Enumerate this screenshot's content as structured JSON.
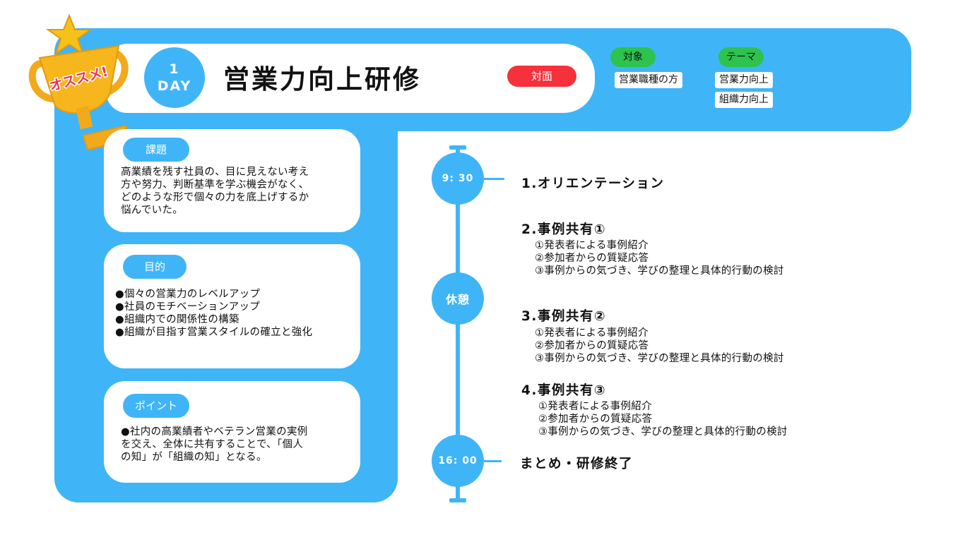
{
  "badge": {
    "text": "オススメ!"
  },
  "title": {
    "day_number": "1",
    "day_unit": "DAY",
    "text": "営業力向上研修",
    "mode": "対面"
  },
  "meta": {
    "target_label": "対象",
    "target_values": [
      "営業職種の方"
    ],
    "theme_label": "テーマ",
    "theme_values": [
      "営業力向上",
      "組織力向上"
    ]
  },
  "cards": {
    "issue": {
      "label": "課題",
      "lines": [
        "高業績を残す社員の、目に見えない考え",
        "方や努力、判断基準を学ぶ機会がなく、",
        "どのような形で個々の力を底上げするか",
        "悩んでいた。"
      ]
    },
    "purpose": {
      "label": "目的",
      "lines": [
        "●個々の営業力のレベルアップ",
        "●社員のモチベーションアップ",
        "●組織内での関係性の構築",
        "●組織が目指す営業スタイルの確立と強化"
      ]
    },
    "point": {
      "label": "ポイント",
      "lines": [
        "●社内の高業績者やベテラン営業の実例",
        "を交え、全体に共有することで、「個人",
        "の知」が「組織の知」となる。"
      ]
    }
  },
  "timeline": {
    "start_time": "9: 30",
    "break_label": "休憩",
    "end_time": "16: 00"
  },
  "schedule": [
    {
      "head": "1.オリエンテーション",
      "items": []
    },
    {
      "head": "2.事例共有①",
      "items": [
        "①発表者による事例紹介",
        "②参加者からの質疑応答",
        "③事例からの気づき、学びの整理と具体的行動の検討"
      ]
    },
    {
      "head": "3.事例共有②",
      "items": [
        "①発表者による事例紹介",
        "②参加者からの質疑応答",
        "③事例からの気づき、学びの整理と具体的行動の検討"
      ]
    },
    {
      "head": "4.事例共有③",
      "items": [
        "①発表者による事例紹介",
        "②参加者からの質疑応答",
        "③事例からの気づき、学びの整理と具体的行動の検討"
      ]
    },
    {
      "head": "まとめ・研修終了",
      "items": []
    }
  ],
  "colors": {
    "blue": "#3fb5f8",
    "green": "#2dc34e",
    "red": "#f6313b",
    "gold": "#f2a91a"
  }
}
